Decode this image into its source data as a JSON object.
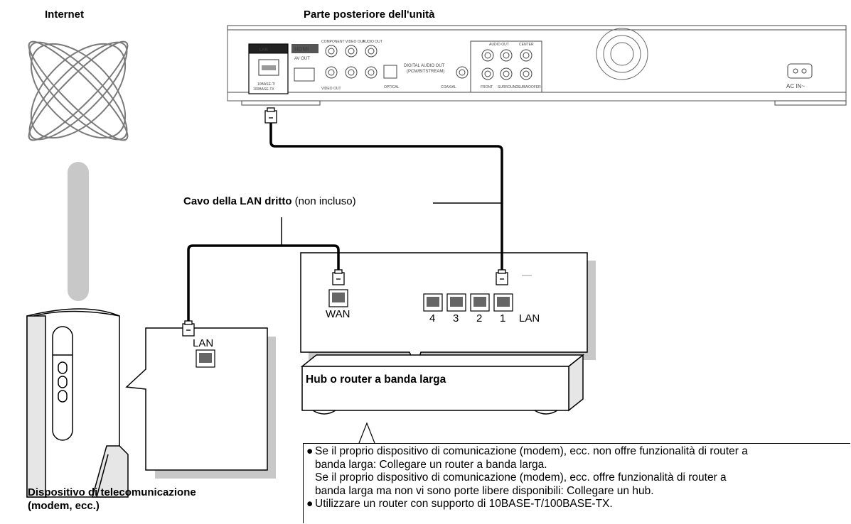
{
  "labels": {
    "internet": "Internet",
    "unit_rear": "Parte posteriore dell'unità",
    "cable_bold": "Cavo della LAN dritto",
    "cable_normal": " (non incluso)",
    "modem_line1": "Dispositivo di telecomunicazione",
    "modem_line2": "(modem, ecc.)",
    "hub": "Hub o router a banda larga"
  },
  "ports": {
    "wan": "WAN",
    "lan": "LAN",
    "modem_lan": "LAN",
    "port_numbers": [
      "4",
      "3",
      "2",
      "1"
    ]
  },
  "unit_panel": {
    "lan": "LAN",
    "hdmi_logo": "HDMI",
    "hdmi_sub": "AV OUT",
    "lan_spec_1": "10BASE-T/",
    "lan_spec_2": "100BASE-TX",
    "component": "COMPONENT VIDEO OUT",
    "audio_out": "AUDIO OUT",
    "video_out": "VIDEO OUT",
    "digital_audio_1": "DIGITAL AUDIO OUT",
    "digital_audio_2": "(PCM/BITSTREAM)",
    "optical": "OPTICAL",
    "coaxial": "COAXIAL",
    "audio_out_51": "AUDIO OUT",
    "front": "FRONT",
    "surround": "SURROUND",
    "subwoofer": "SUBWOOFER",
    "center": "CENTER",
    "ac_in": "AC IN~"
  },
  "notes": {
    "line1": "Se il proprio dispositivo di comunicazione (modem), ecc. non offre funzionalità di router a",
    "line2": "banda larga: Collegare un router a banda larga.",
    "line3": "Se il proprio dispositivo di comunicazione (modem), ecc. offre funzionalità di router a",
    "line4": "banda larga ma non vi sono porte libere disponibili: Collegare un hub.",
    "line5": "Utilizzare un router con supporto di 10BASE-T/100BASE-TX.",
    "bullet": "●"
  }
}
